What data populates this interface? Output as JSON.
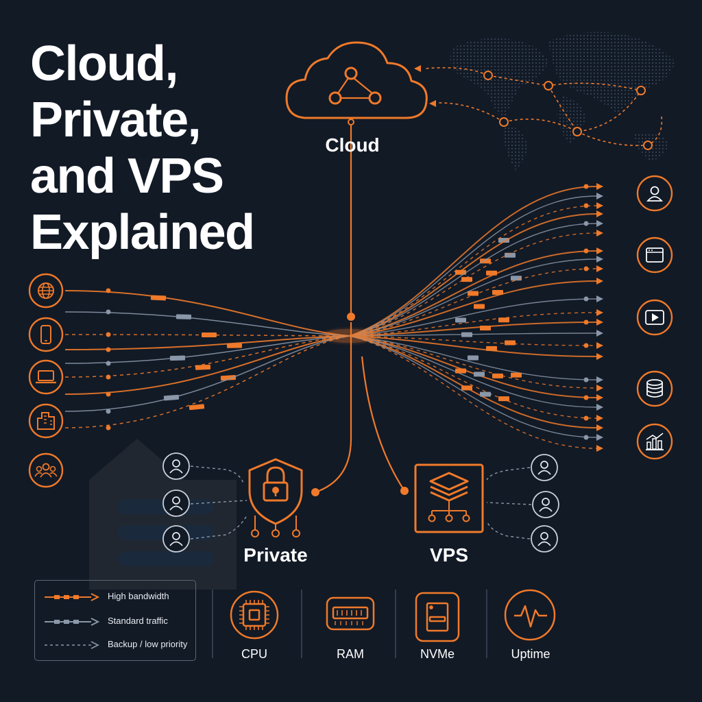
{
  "title_lines": [
    "Cloud,",
    "Private,",
    "and VPS",
    "Explained"
  ],
  "nodes": {
    "cloud_label": "Cloud",
    "private_label": "Private",
    "vps_label": "VPS"
  },
  "sources": [
    {
      "icon": "globe-icon"
    },
    {
      "icon": "smartphone-icon"
    },
    {
      "icon": "laptop-icon"
    },
    {
      "icon": "office-building-icon"
    },
    {
      "icon": "user-group-icon"
    }
  ],
  "destinations": [
    {
      "icon": "user-icon"
    },
    {
      "icon": "browser-window-icon"
    },
    {
      "icon": "video-play-icon"
    },
    {
      "icon": "database-icon"
    },
    {
      "icon": "analytics-chart-icon"
    }
  ],
  "legend": {
    "high": "High bandwidth",
    "standard": "Standard traffic",
    "backup": "Backup / low priority"
  },
  "resources": [
    {
      "label": "CPU",
      "icon": "cpu-chip-icon"
    },
    {
      "label": "RAM",
      "icon": "ram-module-icon"
    },
    {
      "label": "NVMe",
      "icon": "nvme-drive-icon"
    },
    {
      "label": "Uptime",
      "icon": "heartbeat-pulse-icon"
    }
  ],
  "colors": {
    "background": "#121a26",
    "accent": "#f07a2a",
    "standard": "#8a97a8",
    "text": "#ffffff"
  }
}
